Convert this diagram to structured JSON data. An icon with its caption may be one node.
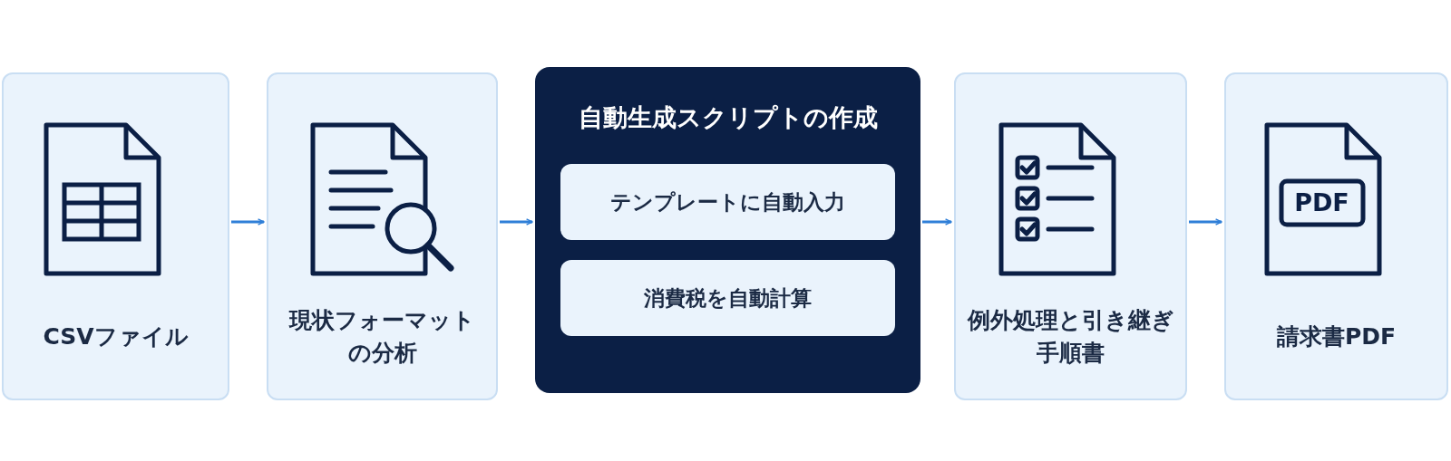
{
  "diagram": {
    "nodes": [
      {
        "text": [
          "CSVファイル"
        ]
      },
      {
        "text": [
          "現状フォーマットの分析"
        ]
      },
      {
        "text": [
          "自動生成スクリプトの作成"
        ]
      },
      {
        "text": [
          "テンプレートに自動入力"
        ],
        "in": 2
      },
      {
        "text": [
          "消費税を自動計算"
        ],
        "in": 2
      },
      {
        "text": [
          "例外処理と引き継ぎ手順書"
        ]
      },
      {
        "text": [
          "請求書PDF"
        ]
      }
    ],
    "edges": [
      {
        "from": 0,
        "to": 1,
        "arrow": "to"
      },
      {
        "from": 1,
        "to": 2,
        "arrow": "to"
      },
      {
        "from": 2,
        "to": 5,
        "arrow": "to"
      },
      {
        "from": 5,
        "to": 6,
        "arrow": "to"
      }
    ],
    "labels": [
      "PDF"
    ]
  }
}
